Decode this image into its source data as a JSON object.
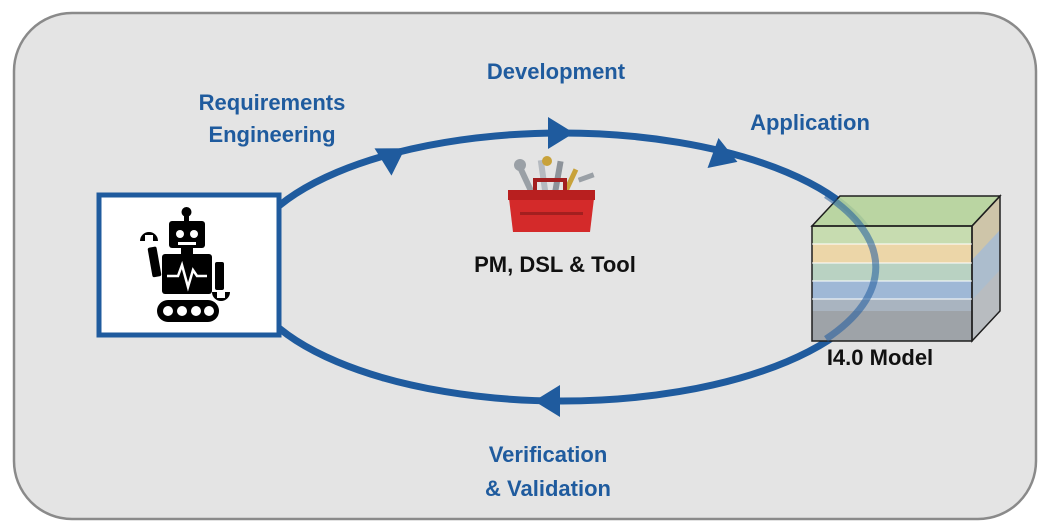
{
  "diagram": {
    "colors": {
      "panel_fill": "#e4e4e4",
      "panel_stroke": "#8a8a8a",
      "cycle": "#1f5b9e",
      "label_blue": "#1f5b9e",
      "label_black": "#111111"
    },
    "phases": {
      "requirements": {
        "line1": "Requirements",
        "line2": "Engineering"
      },
      "development": {
        "label": "Development"
      },
      "application": {
        "label": "Application"
      },
      "verification": {
        "line1": "Verification",
        "line2": "& Validation"
      }
    },
    "nodes": {
      "robot": {
        "icon": "robot-icon"
      },
      "toolbox": {
        "icon": "toolbox-icon",
        "label": "PM, DSL & Tool"
      },
      "model": {
        "icon": "layered-cube-icon",
        "label": "I4.0 Model"
      }
    }
  }
}
